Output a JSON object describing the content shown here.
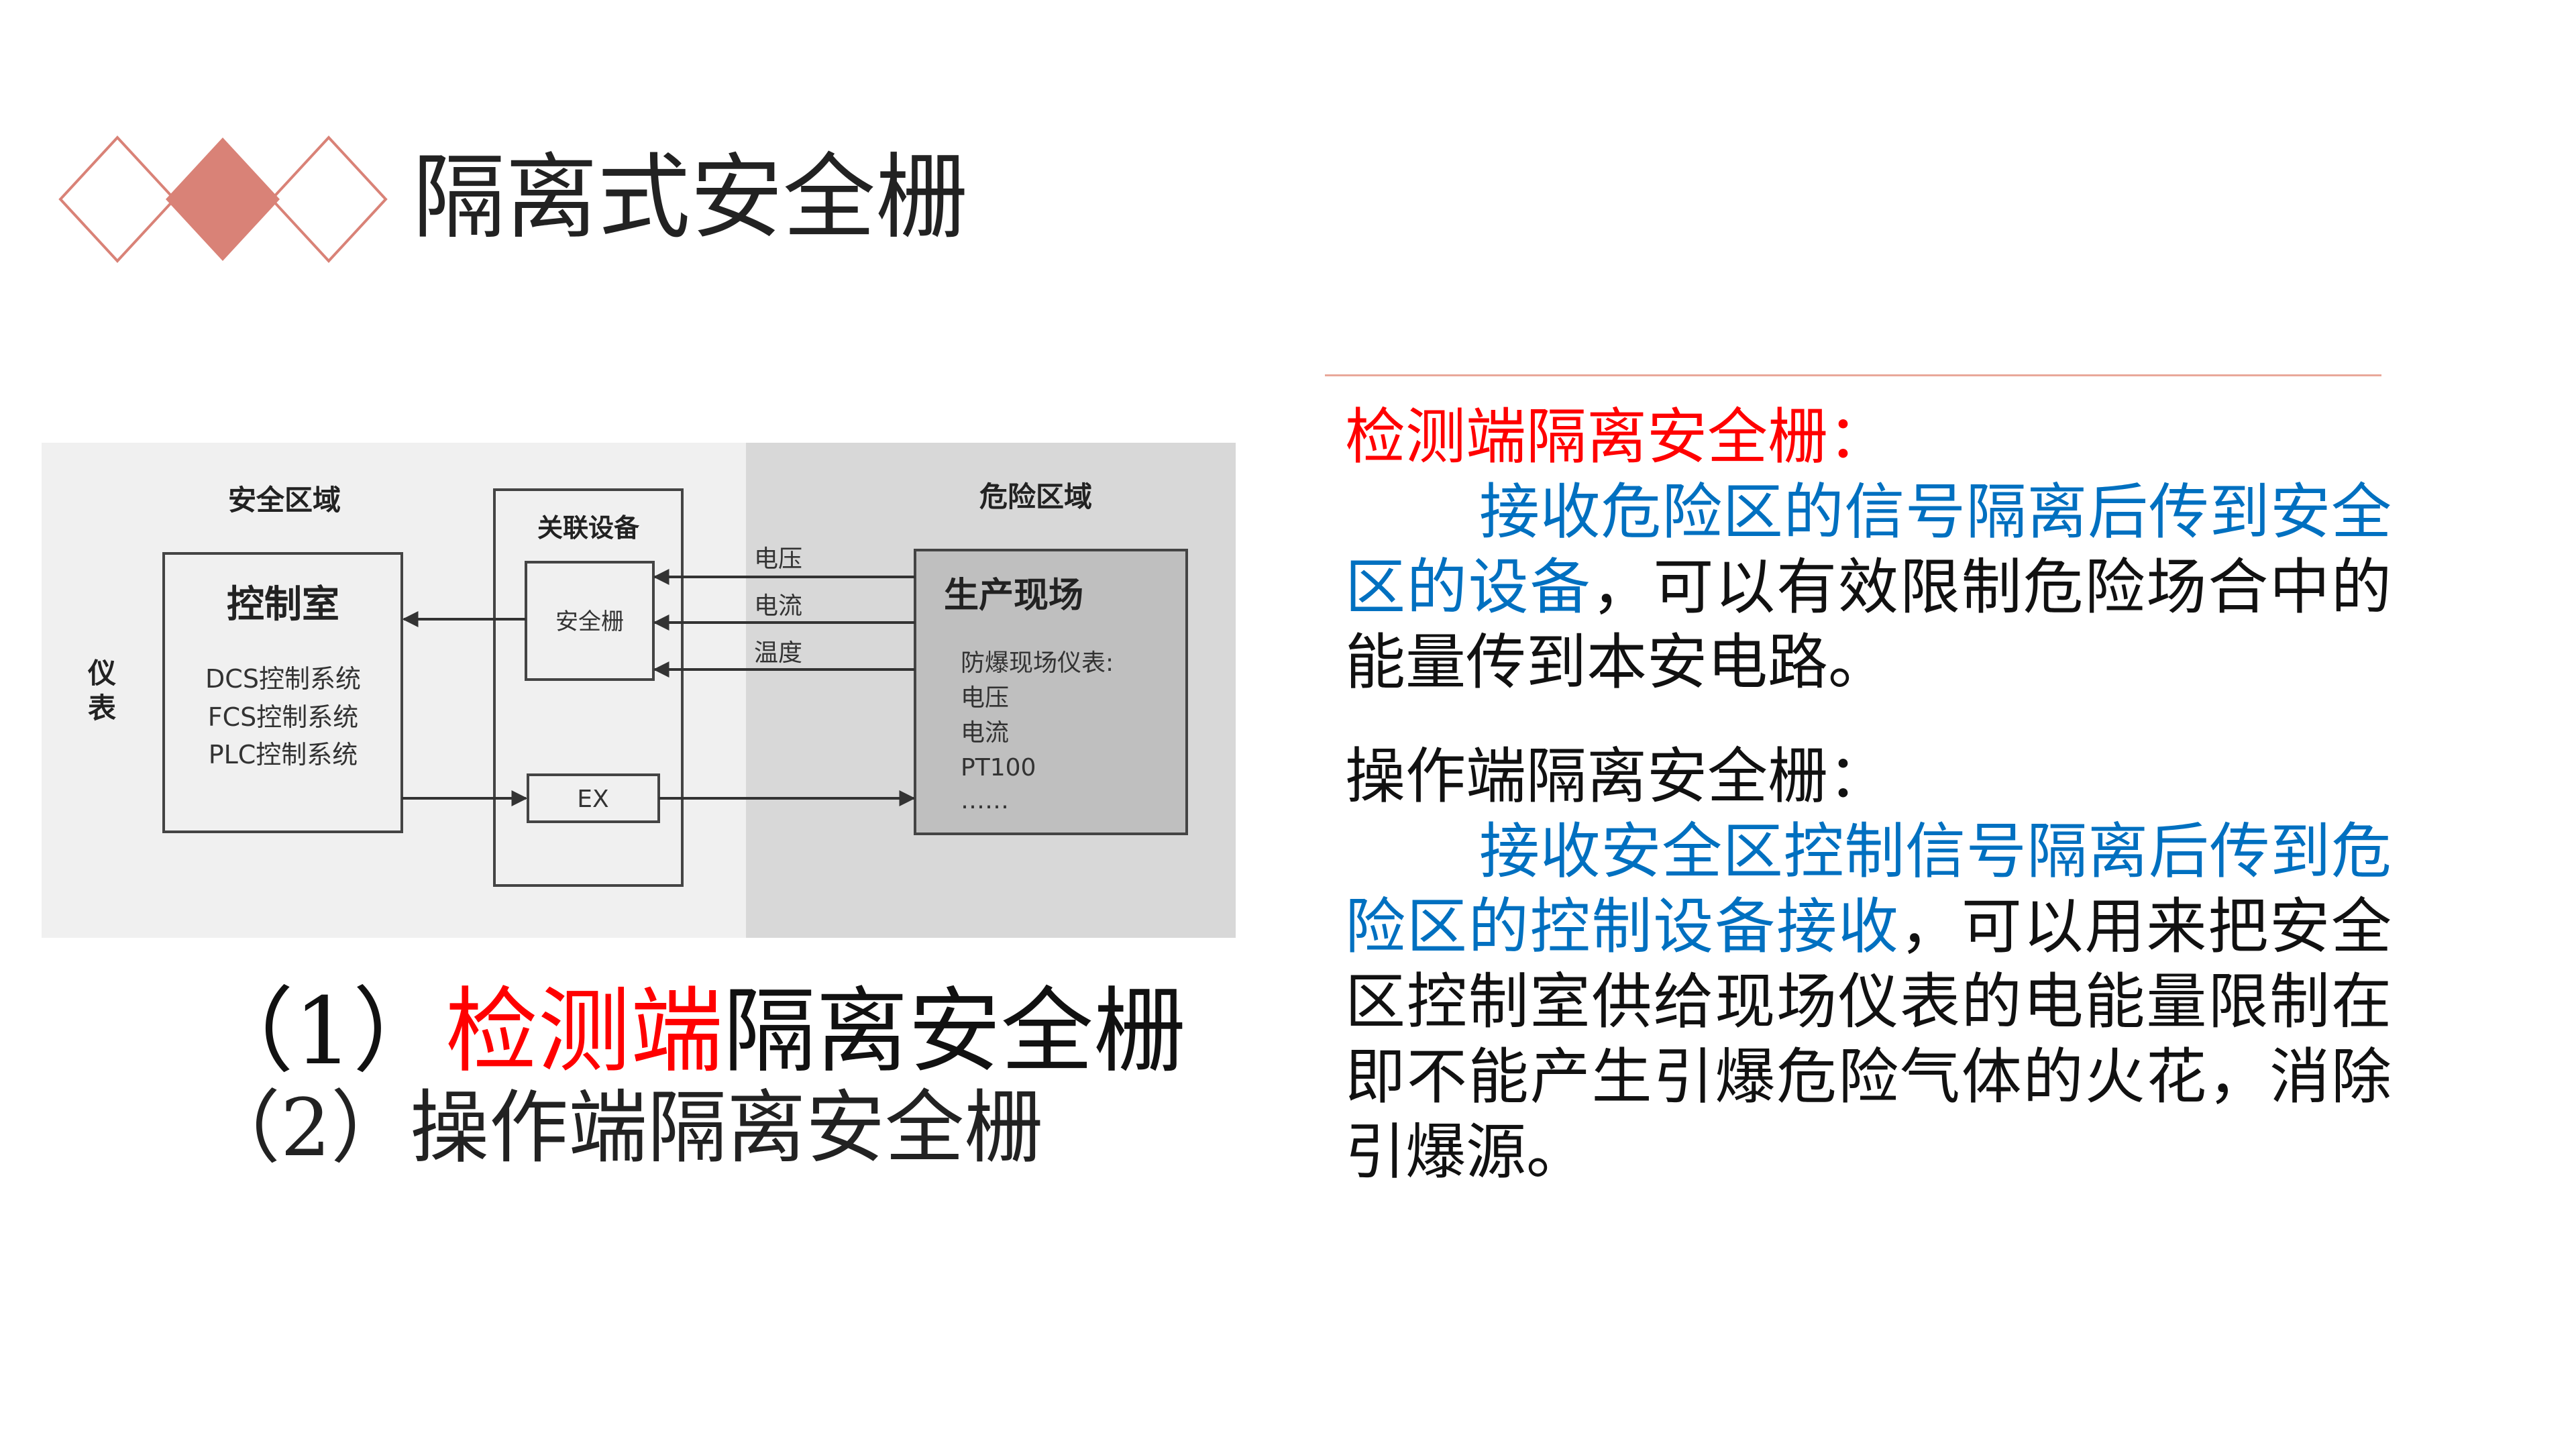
{
  "title": "隔离式安全栅",
  "colors": {
    "accent": "#d98277",
    "red": "#ff0000",
    "blue": "#0070c0",
    "divider": "#e9a89a"
  },
  "diagram": {
    "safe_zone_label": "安全区域",
    "danger_zone_label": "危险区域",
    "instrument_label_1": "仪",
    "instrument_label_2": "表",
    "associated_device_label": "关联设备",
    "control_room": {
      "title": "控制室",
      "systems": [
        "DCS控制系统",
        "FCS控制系统",
        "PLC控制系统"
      ]
    },
    "barrier_label": "安全栅",
    "ex_label": "EX",
    "signals": [
      "电压",
      "电流",
      "温度"
    ],
    "production_site": {
      "title": "生产现场",
      "items": [
        "防爆现场仪表:",
        "电压",
        "电流",
        "PT100",
        "……"
      ]
    }
  },
  "captions": {
    "c1_prefix": "（1）",
    "c1_highlight": "检测端",
    "c1_rest": "隔离安全栅",
    "c2": "（2）操作端隔离安全栅"
  },
  "right": {
    "s1_head": "检测端隔离安全栅：",
    "s1_blue": "接收危险区的信号隔离后传到安全区的设备",
    "s1_rest": "，可以有效限制危险场合中的能量传到本安电路。",
    "s2_head": "操作端隔离安全栅：",
    "s2_blue": "接收安全区控制信号隔离后传到危险区的控制设备接收",
    "s2_rest": "，可以用来把安全区控制室供给现场仪表的电能量限制在即不能产生引爆危险气体的火花，消除引爆源。"
  }
}
